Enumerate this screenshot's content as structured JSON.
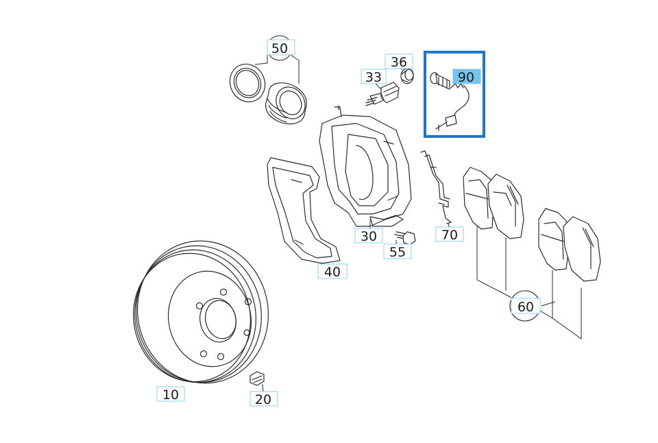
{
  "diagram": {
    "accent_color": "#1f75c8",
    "selected_color": "#74c4ef",
    "labels": {
      "p10": "10",
      "p20": "20",
      "p30": "30",
      "p33": "33",
      "p36": "36",
      "p40": "40",
      "p50": "50",
      "p55": "55",
      "p60": "60",
      "p70": "70",
      "p90": "90"
    },
    "selected_part": "90"
  }
}
